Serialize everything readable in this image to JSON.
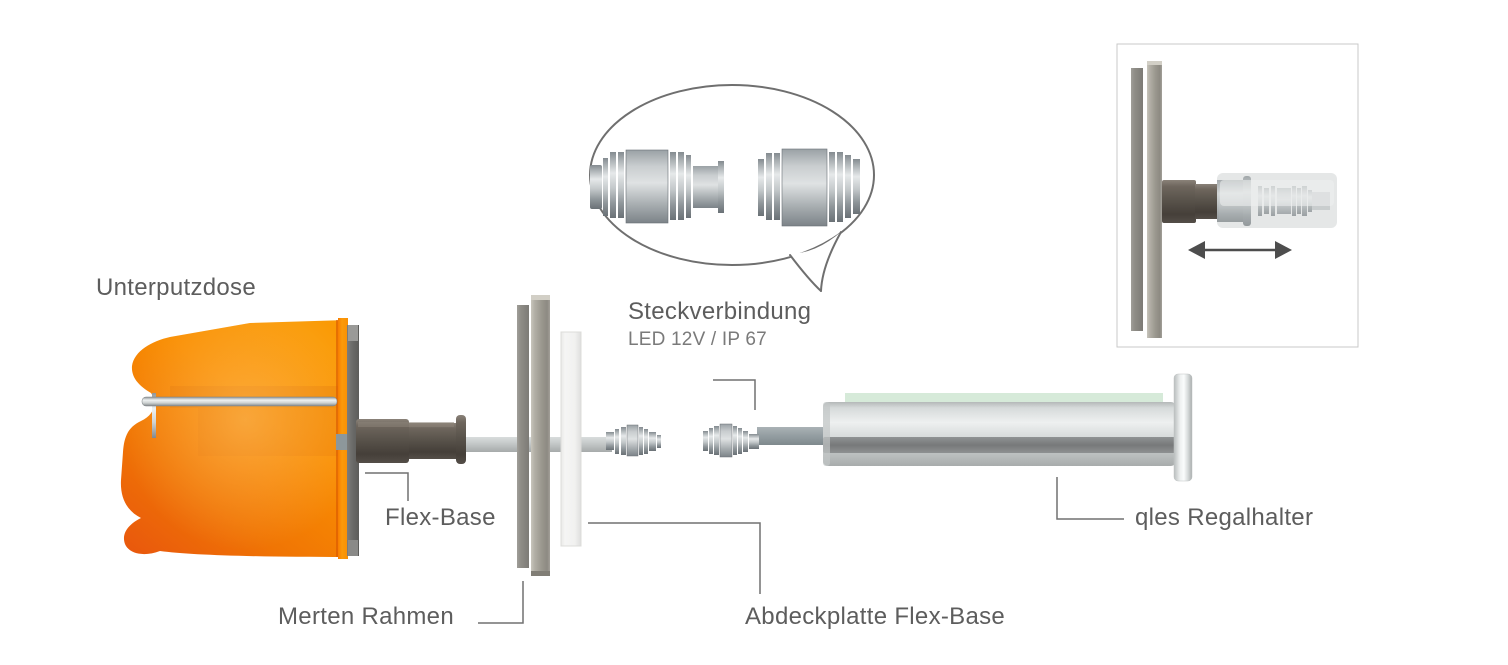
{
  "labels": {
    "unterputzdose": "Unterputzdose",
    "flex_base": "Flex-Base",
    "merten_rahmen": "Merten Rahmen",
    "steckverbindung": "Steckverbindung",
    "led_spec": "LED 12V / IP 67",
    "abdeckplatte_flex_base": "Abdeckplatte Flex-Base",
    "qles_regalhalter": "qles Regalhalter"
  },
  "colors": {
    "background": "#ffffff",
    "label_text": "#5d5d5d",
    "sub_label_text": "#7a7a7a",
    "leader_line": "#717171",
    "bubble_outline": "#6f6f6f",
    "orange_box_dark": "#e8550e",
    "orange_box_bright": "#fa9a05",
    "flexbase_barrel": "#57504a",
    "mounting_plate_gray": "#696967",
    "frame_gray": "#9b988f",
    "cover_plate_white": "#f2f2f1",
    "connector_metal_light": "#e6e9ea",
    "connector_metal_dark": "#6e757a",
    "cable_gray": "#c6caca",
    "cable_dark_gray": "#939da1",
    "tube_gray": "#d6dada",
    "tube_dark_band": "#77797a",
    "shelf_green": "#d6ead9",
    "end_plate_gray": "#eff2f2",
    "inset_border": "#c9c9c9",
    "arrow_gray": "#4d4d4d"
  }
}
